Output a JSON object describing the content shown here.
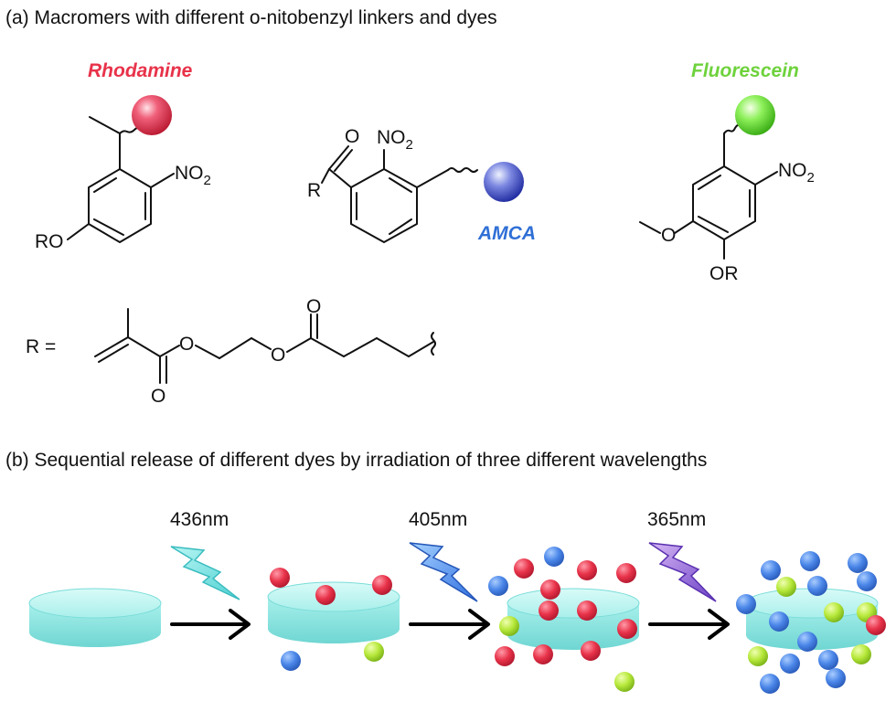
{
  "panel_a": {
    "caption": "(a) Macromers with different o-nitobenzyl linkers and dyes",
    "dyes": {
      "rhodamine": "Rhodamine",
      "amca": "AMCA",
      "fluorescein": "Fluorescein"
    },
    "labels": {
      "no2": "NO",
      "no2_sub": "2",
      "ro": "RO",
      "or": "OR",
      "r": "R",
      "o": "O",
      "r_equals": "R ="
    }
  },
  "panel_b": {
    "caption": "(b) Sequential release of different dyes by irradiation of three different wavelengths",
    "wavelengths": [
      "436nm",
      "405nm",
      "365nm"
    ]
  },
  "colors": {
    "rhodamine": "#e8334a",
    "amca": "#2f6fd6",
    "fluorescein": "#7ed321",
    "gel": "#8fe8e4",
    "bolt_436": "#6fe0e0",
    "bolt_405": "#4a8ef0",
    "bolt_365": "#9a66d8"
  }
}
